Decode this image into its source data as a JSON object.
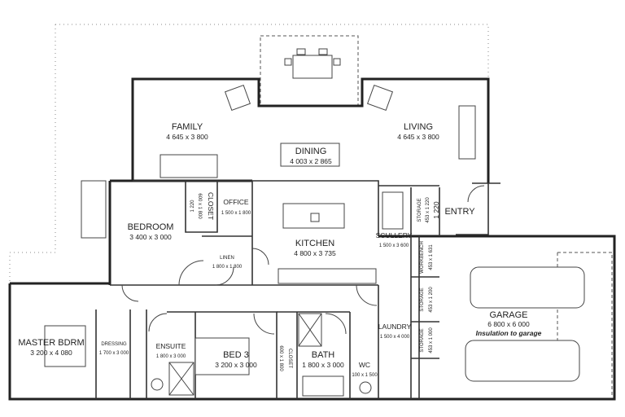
{
  "rooms": {
    "family": {
      "name": "FAMILY",
      "size": "4 645 x 3 800"
    },
    "dining": {
      "name": "DINING",
      "size": "4 003 x 2 865"
    },
    "living": {
      "name": "LIVING",
      "size": "4 645 x 3 800"
    },
    "bedroom": {
      "name": "BEDROOM",
      "size": "3 400 x 3 000"
    },
    "closet_bedroom": {
      "name": "CLOSET",
      "size": "600 x 1 800",
      "extra": "1 220"
    },
    "office": {
      "name": "OFFICE",
      "size": "1 500 x 1 800"
    },
    "kitchen": {
      "name": "KITCHEN",
      "size": "4 800 x 3 735"
    },
    "linen": {
      "name": "LINEN",
      "size": "1 800 x 1 800"
    },
    "scullery": {
      "name": "SCULLERY",
      "size": "1 500 x 3 600"
    },
    "storage_entry": {
      "name": "STORAGE",
      "size": "453 x 1 220",
      "extra": "1 220"
    },
    "entry": {
      "name": "ENTRY"
    },
    "workbench": {
      "name": "WORKBENCH",
      "size": "453 x 1 631"
    },
    "storage_2": {
      "name": "STORAGE",
      "size": "453 x 1 200"
    },
    "storage_3": {
      "name": "STORAGE",
      "size": "453 x 1 000"
    },
    "garage": {
      "name": "GARAGE",
      "size": "6 800 x 6 000",
      "note": "Insulation to garage"
    },
    "laundry": {
      "name": "LAUNDRY",
      "size": "1 500 x 4 000"
    },
    "master": {
      "name": "MASTER BDRM",
      "size": "3 200 x 4 080"
    },
    "dressing": {
      "name": "DRESSING",
      "size": "1 700 x 3 000"
    },
    "ensuite": {
      "name": "ENSUITE",
      "size": "1 800 x 3 000"
    },
    "bed3": {
      "name": "BED 3",
      "size": "3 200 x 3 000"
    },
    "closet_bed3": {
      "name": "CLOSET",
      "size": "600 x 1 800"
    },
    "bath": {
      "name": "BATH",
      "size": "1 800 x 3 000"
    },
    "wc": {
      "name": "WC",
      "size": "100 x 1 500"
    }
  }
}
